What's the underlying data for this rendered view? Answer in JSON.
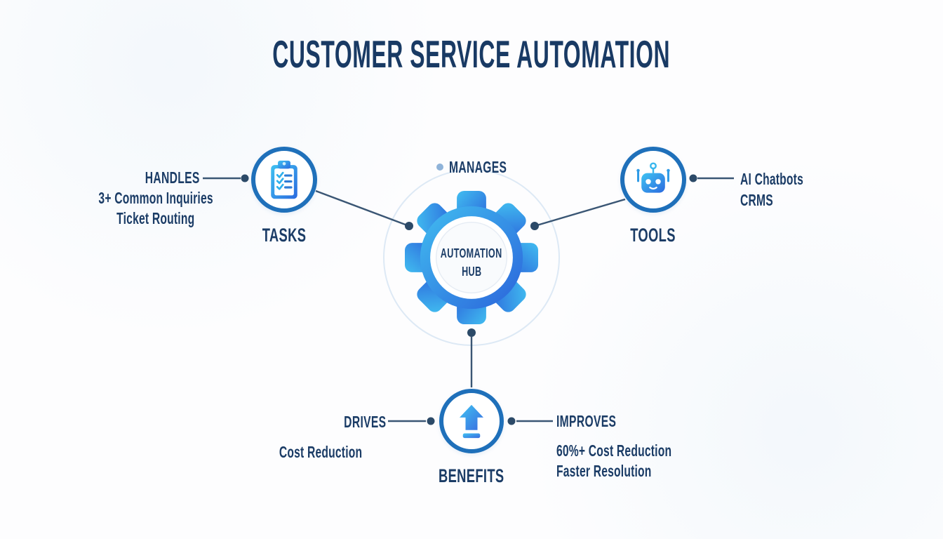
{
  "title": "CUSTOMER SERVICE AUTOMATION",
  "hub": {
    "icon": "gear-icon",
    "label_line1": "AUTOMATION",
    "label_line2": "HUB",
    "manages_label": "MANAGES"
  },
  "nodes": {
    "tasks": {
      "label": "TASKS",
      "icon": "clipboard-checklist-icon",
      "connector_label": "HANDLES",
      "details": [
        "3+ Common Inquiries",
        "Ticket Routing"
      ]
    },
    "tools": {
      "label": "TOOLS",
      "icon": "robot-icon",
      "details": [
        "AI Chatbots",
        "CRMS"
      ]
    },
    "benefits": {
      "label": "BENEFITS",
      "icon": "upload-arrow-icon",
      "left_connector_label": "DRIVES",
      "left_details": [
        "Cost Reduction"
      ],
      "right_connector_label": "IMPROVES",
      "right_details": [
        "60%+ Cost Reduction",
        "Faster Resolution"
      ]
    }
  },
  "colors": {
    "title_text": "#193A64",
    "body_text": "#1B3C66",
    "circle_border": "#1F70BA",
    "icon_gradient_start": "#41BDF0",
    "icon_gradient_end": "#2B64DB",
    "connector_line": "#3A5674",
    "connector_dot": "#2C4A68",
    "manages_dot": "#8FB3D9",
    "halo_ring": "#DDE9F5",
    "background": "#FDFDFE"
  }
}
